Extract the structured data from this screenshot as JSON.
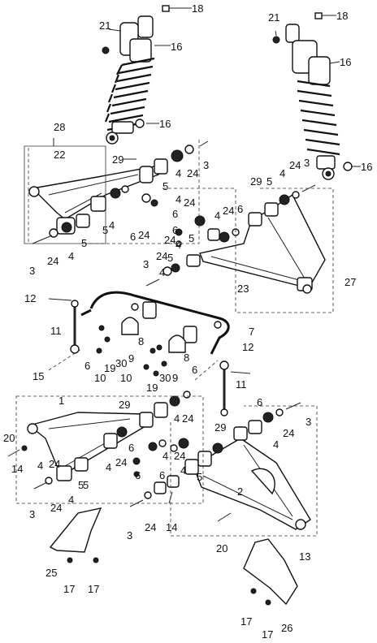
{
  "labels": [
    {
      "id": "l18a",
      "text": "18"
    },
    {
      "id": "l21a",
      "text": "21"
    },
    {
      "id": "l16a",
      "text": "16"
    },
    {
      "id": "l16b",
      "text": "16"
    },
    {
      "id": "l21b",
      "text": "21"
    },
    {
      "id": "l18b",
      "text": "18"
    },
    {
      "id": "l16c",
      "text": "16"
    },
    {
      "id": "l16d",
      "text": "16"
    },
    {
      "id": "l28",
      "text": "28"
    },
    {
      "id": "l22",
      "text": "22"
    },
    {
      "id": "l29a",
      "text": "29"
    },
    {
      "id": "l4a",
      "text": "4"
    },
    {
      "id": "l24a",
      "text": "24"
    },
    {
      "id": "l3a",
      "text": "3"
    },
    {
      "id": "l5a",
      "text": "5"
    },
    {
      "id": "l4b",
      "text": "4"
    },
    {
      "id": "l5b",
      "text": "5"
    },
    {
      "id": "l4c",
      "text": "4"
    },
    {
      "id": "l6a",
      "text": "6"
    },
    {
      "id": "l24b",
      "text": "24"
    },
    {
      "id": "l3b",
      "text": "3"
    },
    {
      "id": "l24c",
      "text": "24"
    },
    {
      "id": "l4d",
      "text": "4"
    },
    {
      "id": "l5c",
      "text": "5"
    },
    {
      "id": "l29b",
      "text": "29"
    },
    {
      "id": "l24d",
      "text": "24"
    },
    {
      "id": "l3c",
      "text": "3"
    },
    {
      "id": "l6b",
      "text": "6"
    },
    {
      "id": "l5d",
      "text": "5"
    },
    {
      "id": "l4e",
      "text": "4"
    },
    {
      "id": "l24e",
      "text": "24"
    },
    {
      "id": "l6c",
      "text": "6"
    },
    {
      "id": "l4f",
      "text": "4"
    },
    {
      "id": "l24f",
      "text": "24"
    },
    {
      "id": "l6d",
      "text": "6"
    },
    {
      "id": "l24g",
      "text": "24"
    },
    {
      "id": "l4g",
      "text": "4"
    },
    {
      "id": "l5e",
      "text": "5"
    },
    {
      "id": "l3d",
      "text": "3"
    },
    {
      "id": "l24h",
      "text": "24"
    },
    {
      "id": "l4h",
      "text": "4"
    },
    {
      "id": "l5f",
      "text": "5"
    },
    {
      "id": "l23",
      "text": "23"
    },
    {
      "id": "l27",
      "text": "27"
    },
    {
      "id": "l12a",
      "text": "12"
    },
    {
      "id": "l11a",
      "text": "11"
    },
    {
      "id": "l8a",
      "text": "8"
    },
    {
      "id": "l7",
      "text": "7"
    },
    {
      "id": "l6e",
      "text": "6"
    },
    {
      "id": "l10a",
      "text": "10"
    },
    {
      "id": "l19a",
      "text": "19"
    },
    {
      "id": "l30a",
      "text": "30"
    },
    {
      "id": "l10b",
      "text": "10"
    },
    {
      "id": "l9a",
      "text": "9"
    },
    {
      "id": "l8b",
      "text": "8"
    },
    {
      "id": "l12b",
      "text": "12"
    },
    {
      "id": "l6f",
      "text": "6"
    },
    {
      "id": "l19b",
      "text": "19"
    },
    {
      "id": "l30b",
      "text": "30"
    },
    {
      "id": "l9b",
      "text": "9"
    },
    {
      "id": "l11b",
      "text": "11"
    },
    {
      "id": "l15",
      "text": "15"
    },
    {
      "id": "l1",
      "text": "1"
    },
    {
      "id": "l29c",
      "text": "29"
    },
    {
      "id": "l4i",
      "text": "4"
    },
    {
      "id": "l24i",
      "text": "24"
    },
    {
      "id": "l6g",
      "text": "6"
    },
    {
      "id": "l3e",
      "text": "3"
    },
    {
      "id": "l29d",
      "text": "29"
    },
    {
      "id": "l20a",
      "text": "20"
    },
    {
      "id": "l14a",
      "text": "14"
    },
    {
      "id": "l4j",
      "text": "4"
    },
    {
      "id": "l24j",
      "text": "24"
    },
    {
      "id": "l5g",
      "text": "5"
    },
    {
      "id": "l4k",
      "text": "4"
    },
    {
      "id": "l24k",
      "text": "24"
    },
    {
      "id": "l6h",
      "text": "6"
    },
    {
      "id": "l4l",
      "text": "4"
    },
    {
      "id": "l6i",
      "text": "6"
    },
    {
      "id": "l24l",
      "text": "24"
    },
    {
      "id": "l4m",
      "text": "4"
    },
    {
      "id": "l24m",
      "text": "24"
    },
    {
      "id": "l3f",
      "text": "3"
    },
    {
      "id": "l24n",
      "text": "24"
    },
    {
      "id": "l4n",
      "text": "4"
    },
    {
      "id": "l5h",
      "text": "5"
    },
    {
      "id": "l6j",
      "text": "6"
    },
    {
      "id": "l4o",
      "text": "4"
    },
    {
      "id": "l5i",
      "text": "5"
    },
    {
      "id": "l2",
      "text": "2"
    },
    {
      "id": "l3g",
      "text": "3"
    },
    {
      "id": "l24o",
      "text": "24"
    },
    {
      "id": "l14b",
      "text": "14"
    },
    {
      "id": "l20b",
      "text": "20"
    },
    {
      "id": "l13",
      "text": "13"
    },
    {
      "id": "l25",
      "text": "25"
    },
    {
      "id": "l17a",
      "text": "17"
    },
    {
      "id": "l17b",
      "text": "17"
    },
    {
      "id": "l17c",
      "text": "17"
    },
    {
      "id": "l17d",
      "text": "17"
    },
    {
      "id": "l26",
      "text": "26"
    }
  ]
}
